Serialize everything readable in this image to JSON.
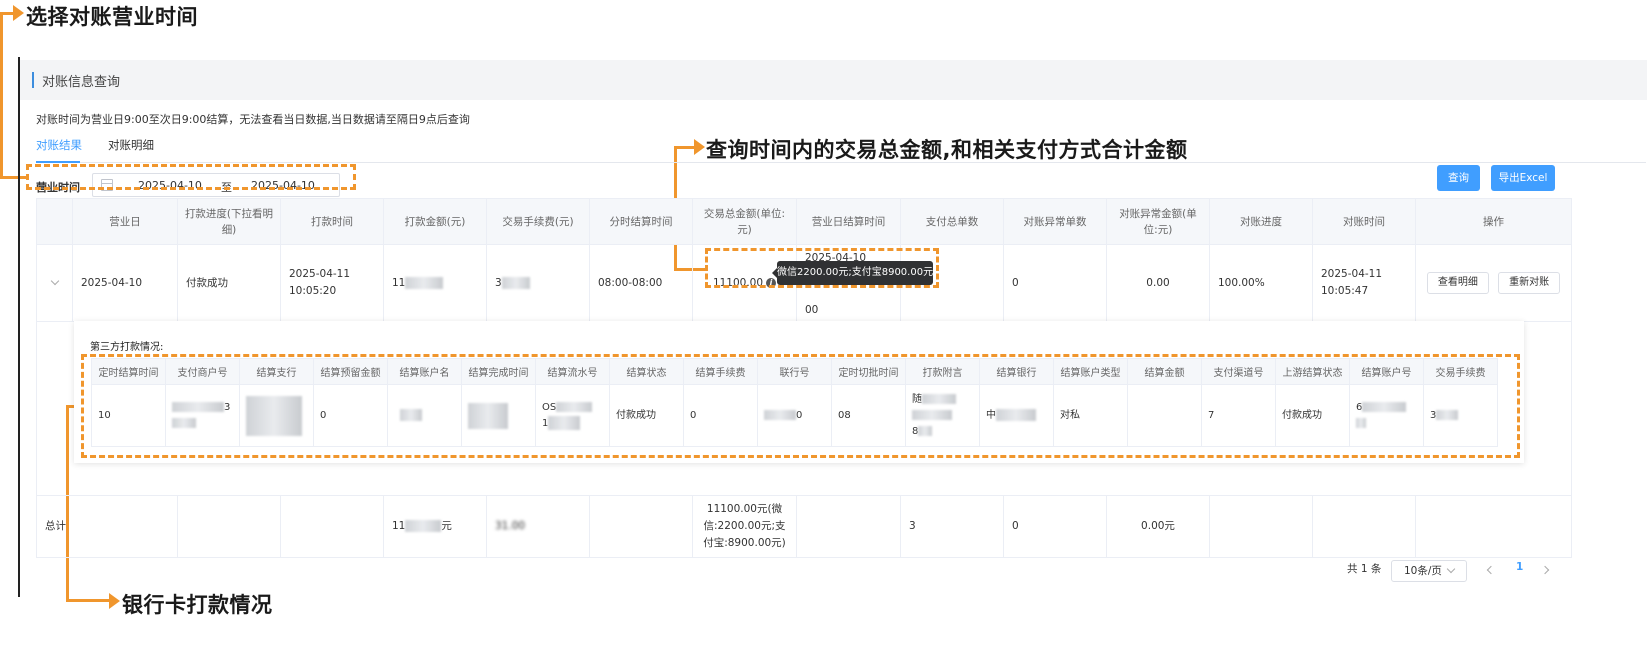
{
  "annotations": {
    "select_time": "选择对账营业时间",
    "total_amount": "查询时间内的交易总金额,和相关支付方式合计金额",
    "bank_payment": "银行卡打款情况"
  },
  "panel": {
    "title": "对账信息查询"
  },
  "notice": "对账时间为营业日9:00至次日9:00结算，无法查看当日数据,当日数据请至隔日9点后查询",
  "tabs": [
    {
      "label": "对账结果",
      "active": true
    },
    {
      "label": "对账明细",
      "active": false
    }
  ],
  "filter": {
    "label": "营业时间",
    "start": "2025-04-10",
    "separator": "至",
    "end": "2025-04-10"
  },
  "buttons": {
    "query": "查询",
    "export": "导出Excel"
  },
  "main_table": {
    "headers": [
      "营业日",
      "打款进度(下拉看明细)",
      "打款时间",
      "打款金额(元)",
      "交易手续费(元)",
      "分时结算时间",
      "交易总金额(单位:元)",
      "营业日结算时间",
      "支付总单数",
      "对账异常单数",
      "对账异常金额(单位:元)",
      "对账进度",
      "对账时间",
      "操作"
    ],
    "row": {
      "business_day": "2025-04-10",
      "progress": "付款成功",
      "pay_time": "2025-04-11 10:05:20",
      "pay_amount": "11",
      "fee": "3",
      "split_time": "08:00-08:00",
      "total": "11100.00",
      "settle_time_top": "2025-04-10 8:00:00",
      "settle_time_bottom": "00",
      "abnormal_count": "0",
      "abnormal_amount": "0.00",
      "reconcile_progress": "100.00%",
      "reconcile_time": "2025-04-11 10:05:47",
      "actions": [
        "查看明细",
        "重新对账"
      ]
    },
    "tooltip": "微信2200.00元;支付宝8900.00元",
    "summary": {
      "label": "总计",
      "pay_amount": "11",
      "pay_amount_suffix": "元",
      "fee": "31.00",
      "total": "11100.00元(微信:2200.00元;支付宝:8900.00元)",
      "order_count": "3",
      "abnormal_count": "0",
      "abnormal_amount": "0.00元"
    }
  },
  "sub_table": {
    "label": "第三方打款情况:",
    "headers": [
      "定时结算时间",
      "支付商户号",
      "结算支行",
      "结算预留金额",
      "结算账户名",
      "结算完成时间",
      "结算流水号",
      "结算状态",
      "结算手续费",
      "联行号",
      "定时切批时间",
      "打款附言",
      "结算银行",
      "结算账户类型",
      "结算金额",
      "支付渠道号",
      "上游结算状态",
      "结算账户号",
      "交易手续费"
    ],
    "row": {
      "scheduled_time": "10",
      "merchant_no": "3",
      "branch": "",
      "reserve": "0",
      "account_name": "",
      "finish_time": "",
      "serial_prefix": "OS",
      "serial_suffix": "1",
      "status": "付款成功",
      "fee": "0",
      "bank_code": "0",
      "cut_time": "08",
      "remark_top": "随",
      "remark_bottom": "8",
      "bank": "中",
      "account_type": "对私",
      "amount": "",
      "channel": "7",
      "upstream_status": "付款成功",
      "account_no": "6",
      "trade_fee": "3"
    }
  },
  "pagination": {
    "total": "共 1 条",
    "page_size": "10条/页",
    "current": "1"
  },
  "colors": {
    "accent": "#409eff",
    "annotation": "#f0962d"
  }
}
